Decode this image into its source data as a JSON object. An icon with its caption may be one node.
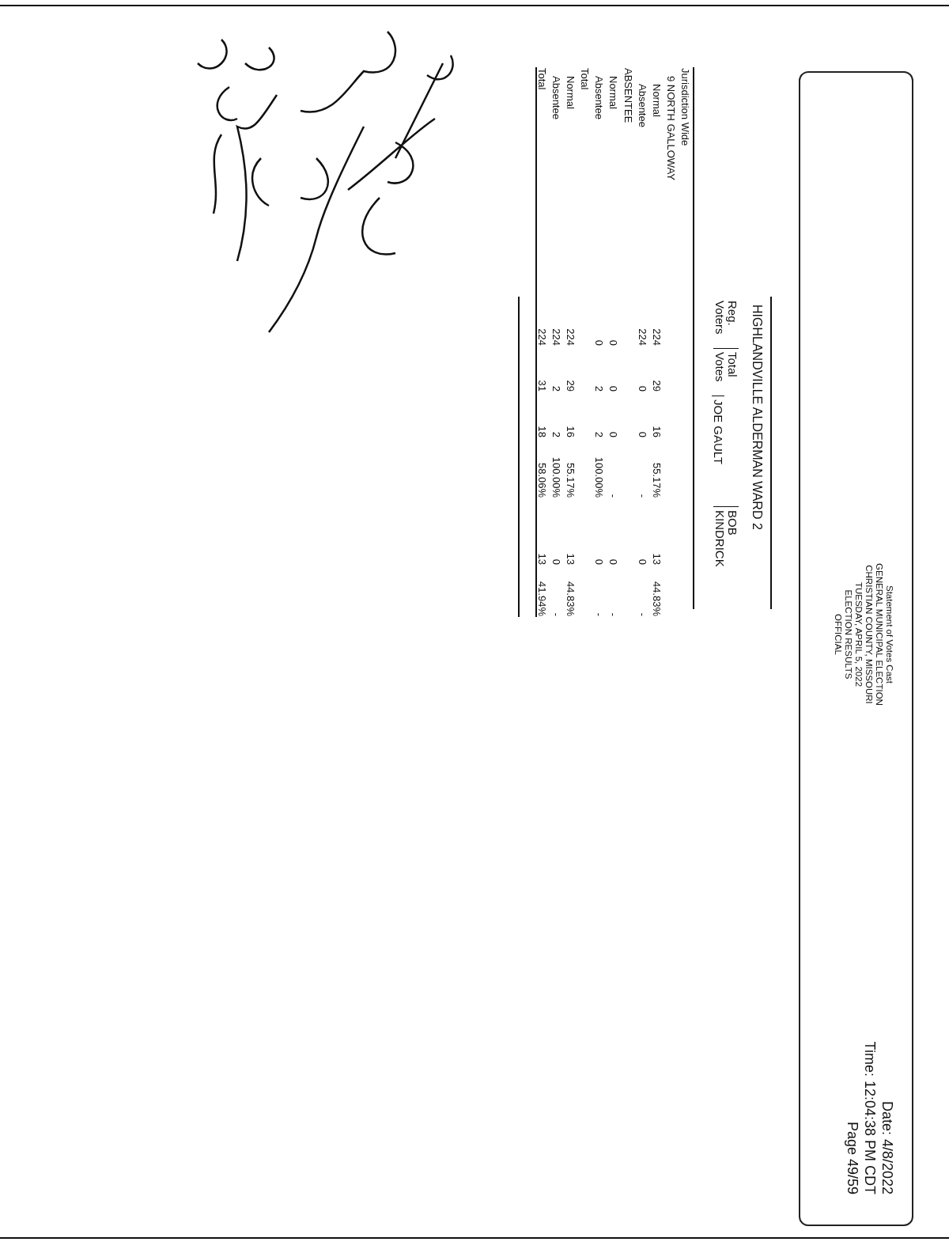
{
  "diagram": {
    "title": "HIGHLANDVILLE ALDERMAN WARD 2",
    "nodes": [
      {
        "text": [
          "Statement of Votes Cast",
          "GENERAL MUNICIPAL ELECTION",
          "CHRISTIAN COUNTY, MISSOURI",
          "TUESDAY, APRIL 5, 2022",
          "ELECTION RESULTS",
          "OFFICIAL",
          "Date: 4/8/2022",
          "Time: 12:04:38 PM CDT",
          "Page 49/59"
        ]
      }
    ],
    "edges": [],
    "labels": [
      "Reg. Voters",
      "Total Votes",
      "JOE GAULT",
      "BOB KINDRICK",
      "Jurisdiction Wide",
      "9 NORTH GALLOWAY",
      "Normal",
      "224",
      "29",
      "16",
      "55.17%",
      "13",
      "44.83%",
      "Absentee",
      "224",
      "0",
      "0",
      "-",
      "0",
      "-",
      "ABSENTEE",
      "Normal",
      "0",
      "0",
      "0",
      "-",
      "0",
      "-",
      "Absentee",
      "0",
      "2",
      "2",
      "100.00%",
      "0",
      "-",
      "Total",
      "Normal",
      "224",
      "29",
      "16",
      "55.17%",
      "13",
      "44.83%",
      "Absentee",
      "224",
      "2",
      "2",
      "100.00%",
      "0",
      "-",
      "Total",
      "224",
      "31",
      "18",
      "58.06%",
      "13",
      "41.94%"
    ]
  }
}
